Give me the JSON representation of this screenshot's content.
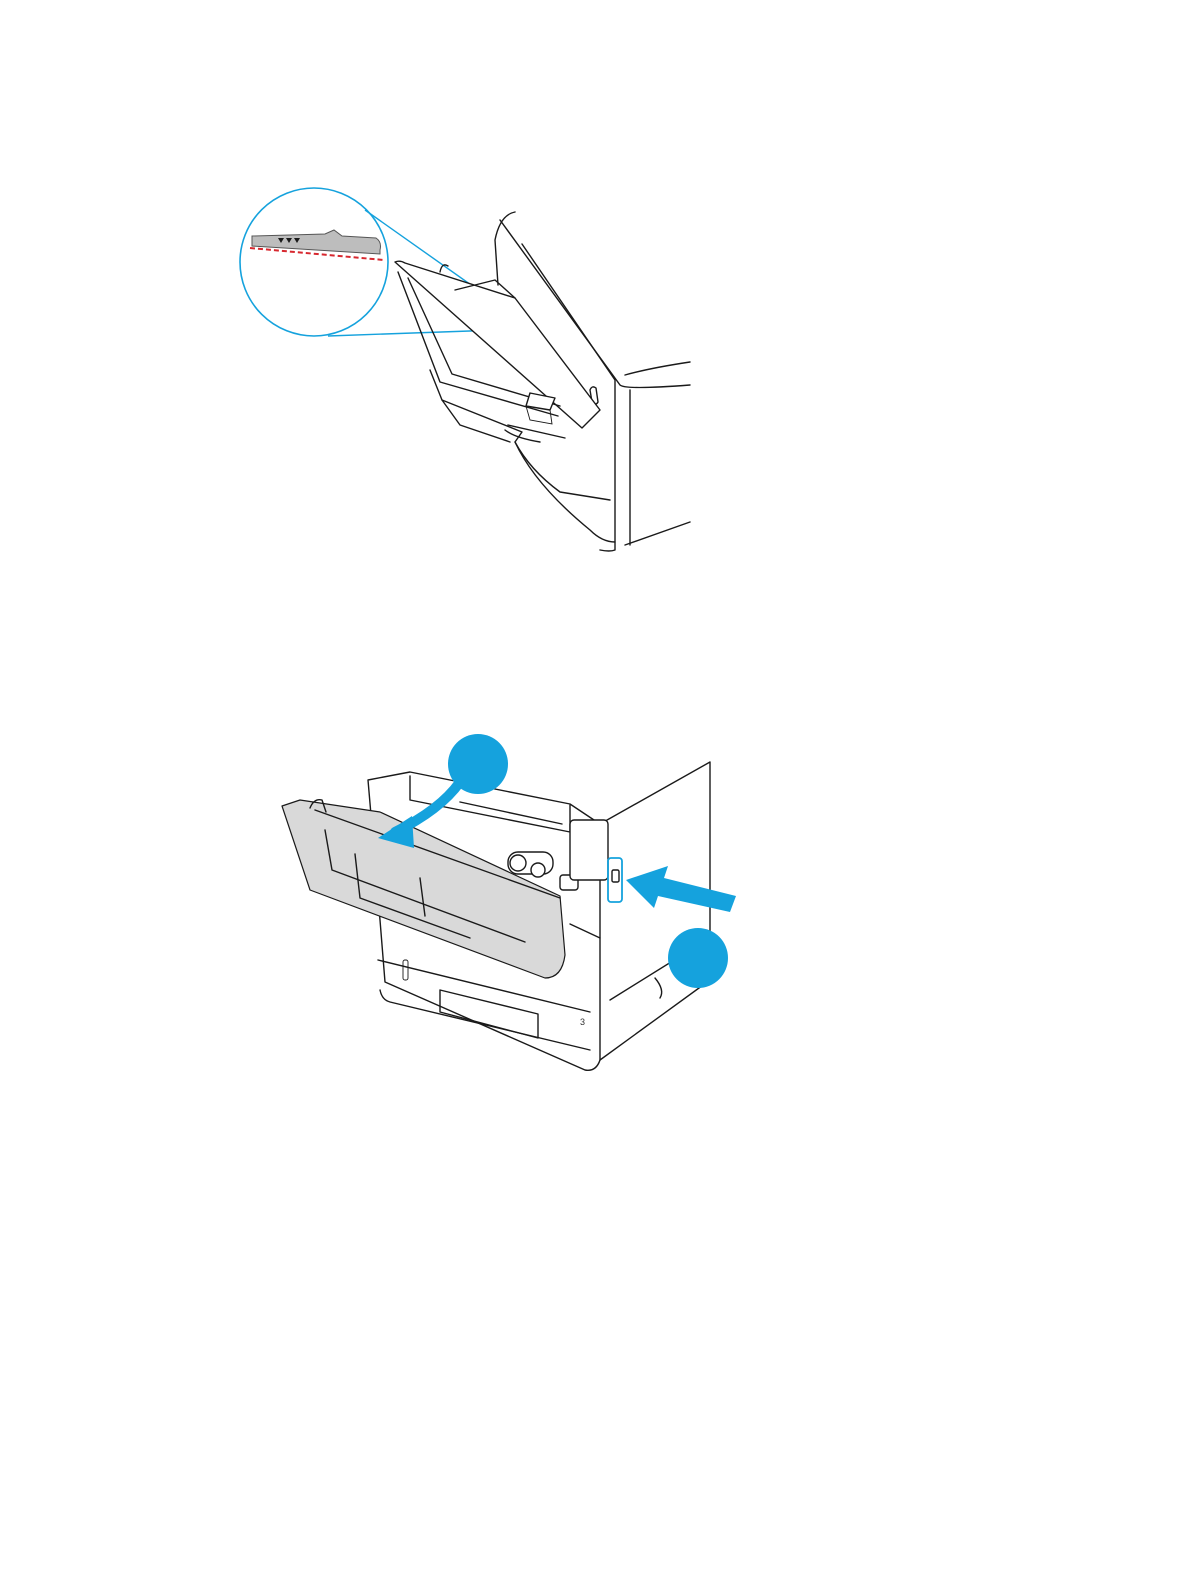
{
  "figures": [
    {
      "name": "mp-tray-paper-height-callout",
      "callouts": []
    },
    {
      "name": "open-front-door",
      "callouts": [],
      "tray_label": "3"
    }
  ],
  "colors": {
    "accent": "#15a2dd",
    "line": "#1a1a1a",
    "door_gray": "#d9d9d9",
    "marker_red": "#d7282f"
  }
}
